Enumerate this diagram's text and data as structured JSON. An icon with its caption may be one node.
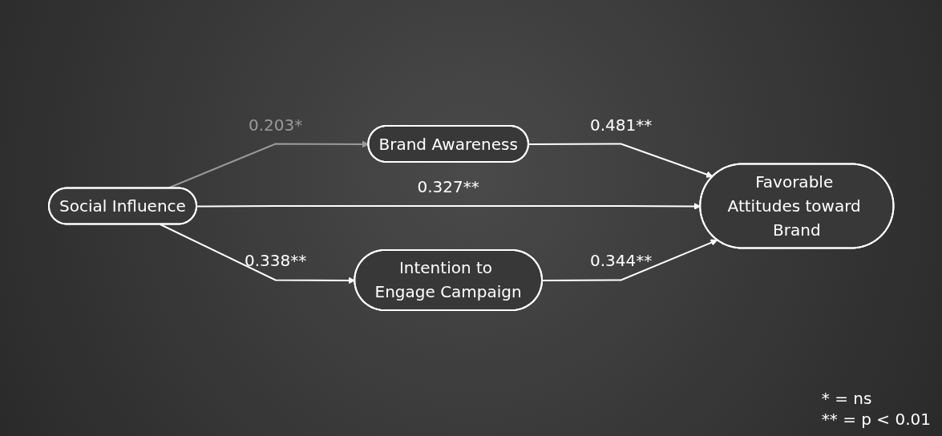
{
  "diagram": {
    "nodes": [
      {
        "text": [
          "Brand Awareness"
        ]
      },
      {
        "text": [
          "Social Influence"
        ]
      },
      {
        "text": [
          "Favorable Attitudes toward Brand"
        ]
      },
      {
        "text": [
          "Intention to Engage Campaign"
        ]
      }
    ],
    "edges": [
      {
        "from": 1,
        "to": 0,
        "arrow": "to",
        "label": "0.203*",
        "color": "#9a9a9a"
      },
      {
        "from": 0,
        "to": 2,
        "arrow": "to",
        "label": "0.481**"
      },
      {
        "from": 1,
        "to": 2,
        "arrow": "to",
        "label": "0.327**"
      },
      {
        "from": 1,
        "to": 3,
        "arrow": "to",
        "label": "0.338**"
      },
      {
        "from": 3,
        "to": 2,
        "arrow": "to",
        "label": "0.344**"
      }
    ],
    "labels": [
      "* = ns",
      "** = p < 0.01"
    ]
  }
}
